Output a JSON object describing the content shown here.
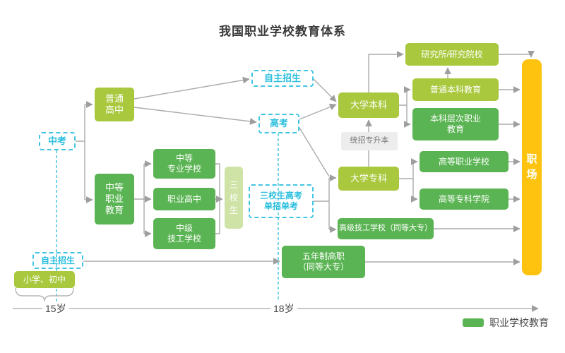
{
  "title": "我国职业学校教育体系",
  "nodes": {
    "zhongkao": {
      "label": "中考"
    },
    "putong_gaozhong": {
      "label": "普通\n高中"
    },
    "zhongdeng_zhiye": {
      "label": "中等\n职业\n教育"
    },
    "zhongdeng_zhuanye": {
      "label": "中等\n专业学校"
    },
    "zhiye_gaozhong": {
      "label": "职业高中"
    },
    "zhongji_jigong": {
      "label": "中级\n技工学校"
    },
    "sanxiaosheng": {
      "label": "三校生"
    },
    "zizhu_zhaosheng_top": {
      "label": "自主招生"
    },
    "gaokao": {
      "label": "高考"
    },
    "sanxiao_gaokao": {
      "label": "三校生高考\n单招单考"
    },
    "wunianzhi_gaozhi": {
      "label": "五年制高职\n（同等大专）"
    },
    "daxue_benke": {
      "label": "大学本科"
    },
    "tongzhao_zhuanshengben": {
      "label": "统招专升本"
    },
    "daxue_zhuanke": {
      "label": "大学专科"
    },
    "yanjiusuo": {
      "label": "研究所/研究院校"
    },
    "putong_benke": {
      "label": "普通本科教育"
    },
    "benke_cengci": {
      "label": "本科层次职业\n教育"
    },
    "gaodeng_zhiye": {
      "label": "高等职业学校"
    },
    "gaodeng_zhuanke": {
      "label": "高等专科学院"
    },
    "gaoji_jigong": {
      "label": "高级技工学校（同等大专）"
    },
    "zhichang": {
      "label": "职场"
    },
    "zizhu_zhaosheng_bottom": {
      "label": "自主招生"
    },
    "xiaoxue_chuzhong": {
      "label": "小学、初中"
    }
  },
  "timeline": {
    "age_15": "15岁",
    "age_18": "18岁"
  },
  "legend": {
    "label": "职业学校教育"
  },
  "colors": {
    "yellow_green": "#a9c83d",
    "green": "#5bb453",
    "pale_green": "#cfe3a6",
    "cyan_dashed": "#41c5e2",
    "workplace_yellow": "#fdc30f",
    "gray_box": "#ededed",
    "connector_gray": "#a9a9a9"
  }
}
